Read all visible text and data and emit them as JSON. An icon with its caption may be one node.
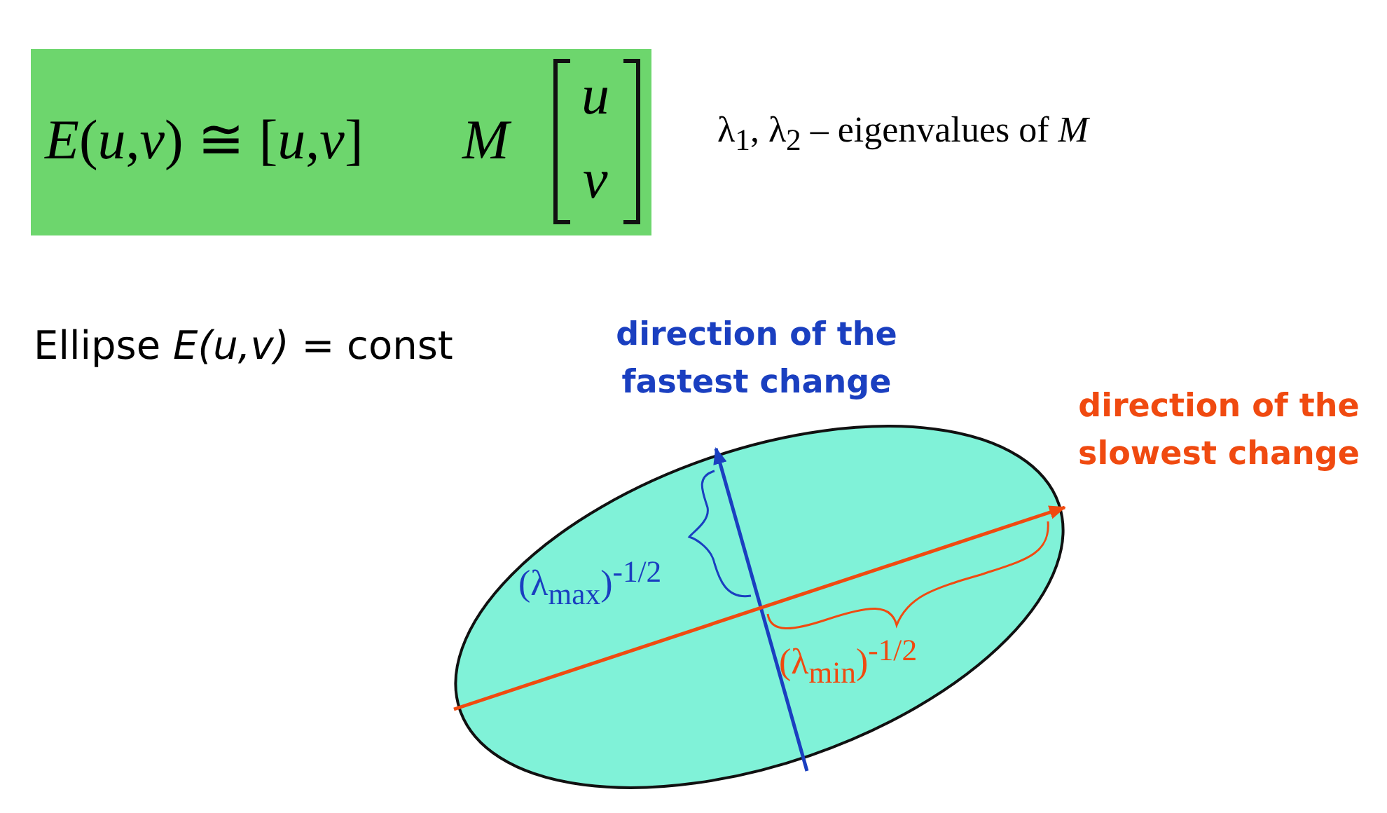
{
  "diagram": {
    "nodes": [
      {
        "text": [
          "*E*(*u*,*v*) ≅ [*u*,*v*]",
          "*M*",
          "*u*",
          "*v*"
        ]
      }
    ],
    "labels": [
      "λ$_{1}$, λ$_{2}$ – eigenvalues of *M*",
      "Ellipse *E(u,v)* = const",
      "direction of the fastest change",
      "direction of the slowest change",
      "(λ$_{max}$)$^{-1/2}$",
      "(λ$_{min}$)$^{-1/2}$"
    ]
  }
}
